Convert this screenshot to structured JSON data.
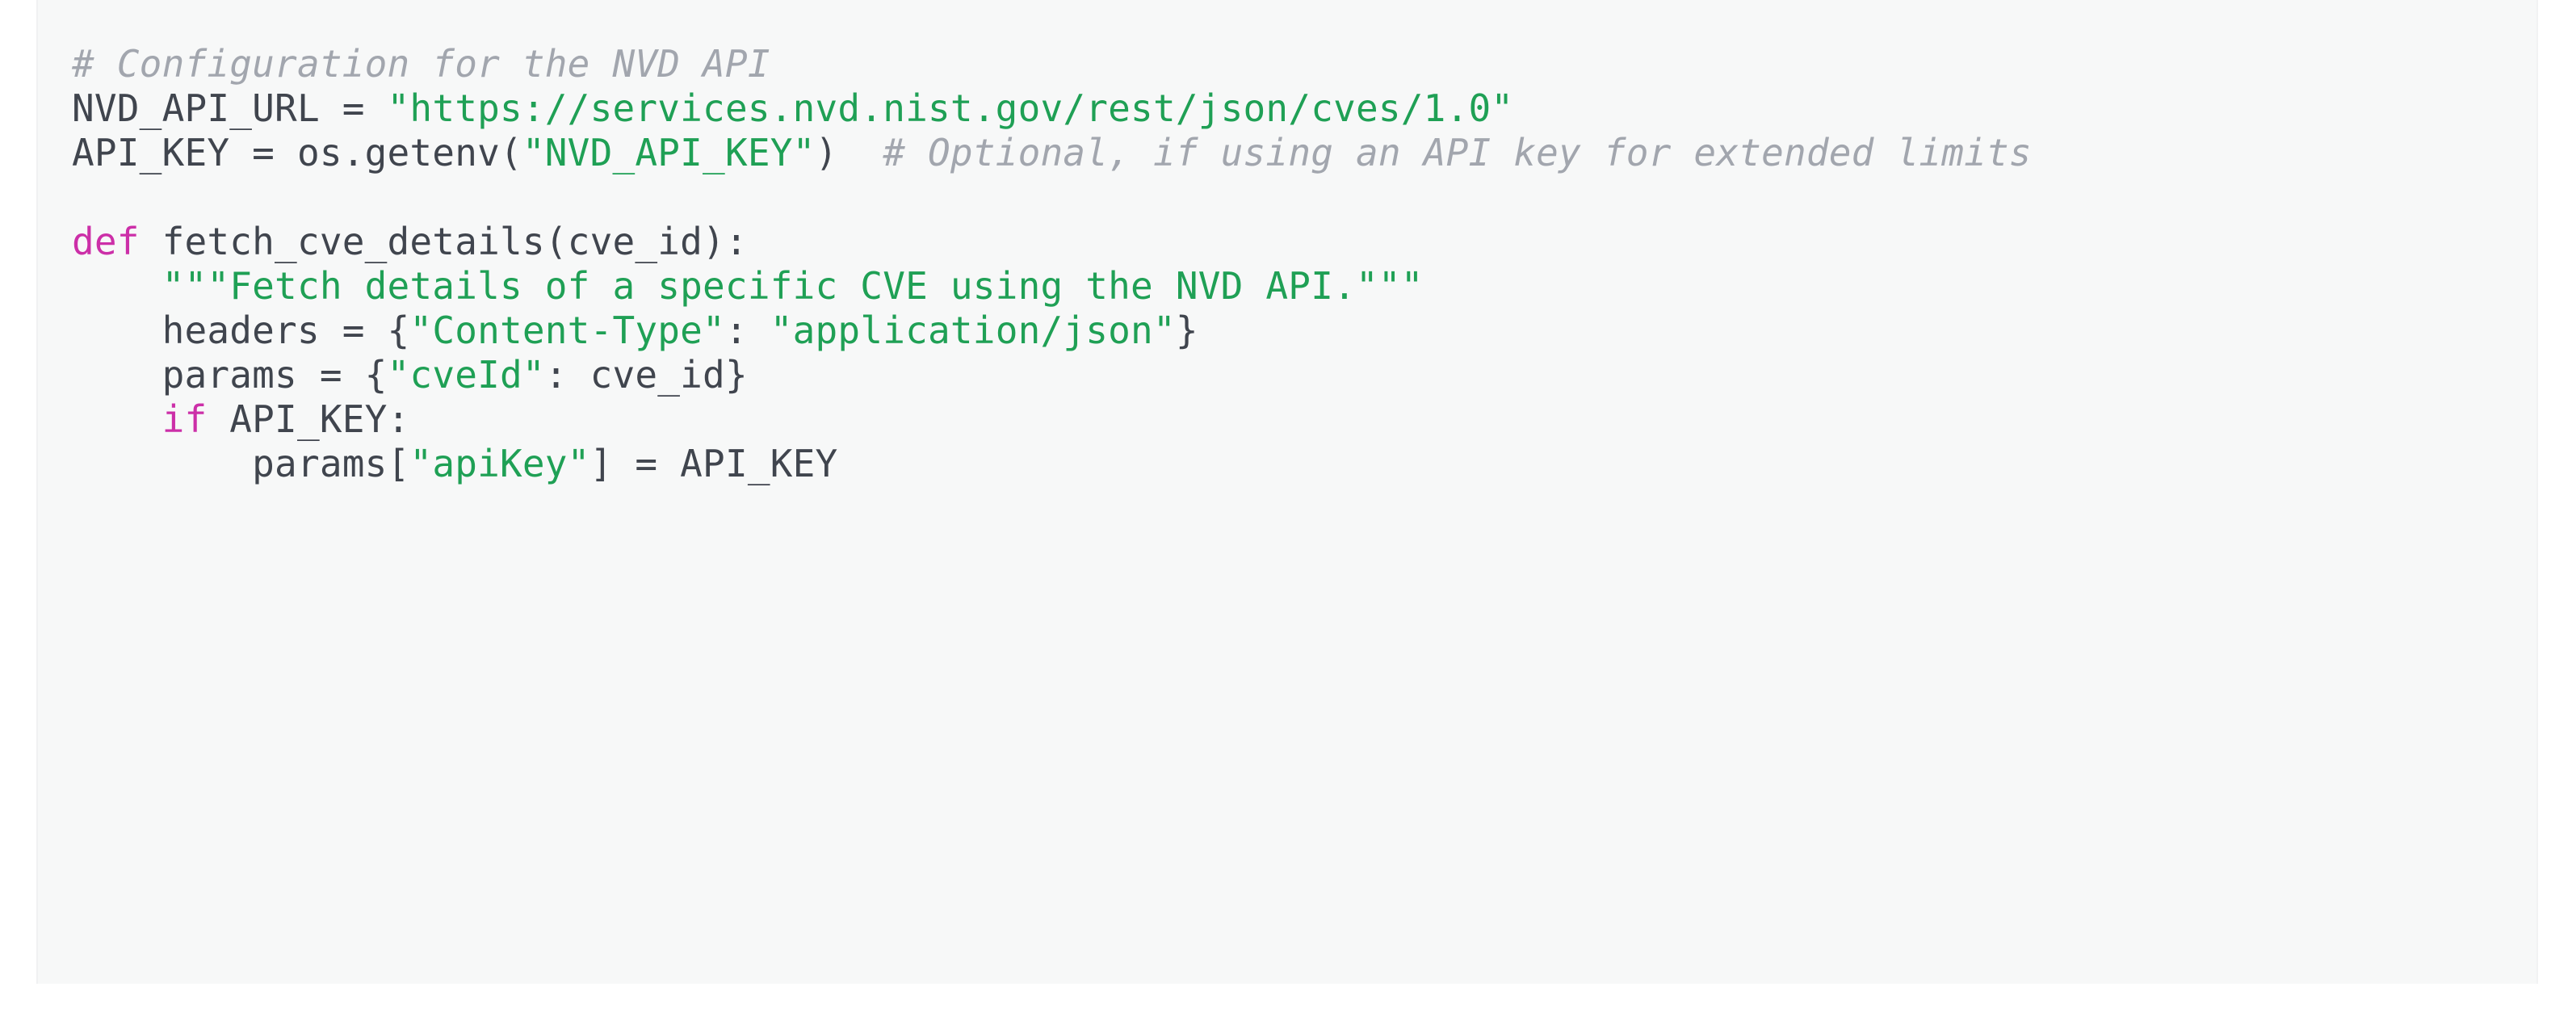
{
  "code_block": {
    "language": "python",
    "background_color": "#f7f8f8",
    "page_background_color": "#ffffff",
    "colors": {
      "comment": "#a2a6ae",
      "string": "#1fa055",
      "keyword": "#cc2fa8",
      "function": "#3b7ff0",
      "plain": "#40454e"
    },
    "lines": [
      {
        "index": 0,
        "text": "# Configuration for the NVD API",
        "tokens": [
          {
            "t": "# Configuration for the NVD API",
            "c": "comment"
          }
        ]
      },
      {
        "index": 1,
        "text": "NVD_API_URL = \"https://services.nvd.nist.gov/rest/json/cves/1.0\"",
        "tokens": [
          {
            "t": "NVD_API_URL = ",
            "c": "plain"
          },
          {
            "t": "\"https://services.nvd.nist.gov/rest/json/cves/1.0\"",
            "c": "string"
          }
        ]
      },
      {
        "index": 2,
        "text": "API_KEY = os.getenv(\"NVD_API_KEY\")  # Optional, if using an API key for extended limits",
        "tokens": [
          {
            "t": "API_KEY = os.getenv(",
            "c": "plain"
          },
          {
            "t": "\"NVD_API_KEY\"",
            "c": "string"
          },
          {
            "t": ")  ",
            "c": "plain"
          },
          {
            "t": "# Optional, if using an API key for extended limits",
            "c": "comment"
          }
        ]
      },
      {
        "index": 3,
        "text": "",
        "tokens": []
      },
      {
        "index": 4,
        "text": "def fetch_cve_details(cve_id):",
        "tokens": [
          {
            "t": "def ",
            "c": "keyword"
          },
          {
            "t": "fetch_cve_details",
            "c": "function"
          },
          {
            "t": "(cve_id):",
            "c": "plain"
          }
        ]
      },
      {
        "index": 5,
        "text": "    \"\"\"Fetch details of a specific CVE using the NVD API.\"\"\"",
        "tokens": [
          {
            "t": "    ",
            "c": "plain"
          },
          {
            "t": "\"\"\"Fetch details of a specific CVE using the NVD API.\"\"\"",
            "c": "string"
          }
        ]
      },
      {
        "index": 6,
        "text": "    headers = {\"Content-Type\": \"application/json\"}",
        "tokens": [
          {
            "t": "    headers = {",
            "c": "plain"
          },
          {
            "t": "\"Content-Type\"",
            "c": "string"
          },
          {
            "t": ": ",
            "c": "plain"
          },
          {
            "t": "\"application/json\"",
            "c": "string"
          },
          {
            "t": "}",
            "c": "plain"
          }
        ]
      },
      {
        "index": 7,
        "text": "    params = {\"cveId\": cve_id}",
        "tokens": [
          {
            "t": "    params = {",
            "c": "plain"
          },
          {
            "t": "\"cveId\"",
            "c": "string"
          },
          {
            "t": ": cve_id}",
            "c": "plain"
          }
        ]
      },
      {
        "index": 8,
        "text": "    if API_KEY:",
        "tokens": [
          {
            "t": "    ",
            "c": "plain"
          },
          {
            "t": "if",
            "c": "keyword"
          },
          {
            "t": " API_KEY:",
            "c": "plain"
          }
        ]
      },
      {
        "index": 9,
        "text": "        params[\"apiKey\"] = API_KEY",
        "tokens": [
          {
            "t": "        params[",
            "c": "plain"
          },
          {
            "t": "\"apiKey\"",
            "c": "string"
          },
          {
            "t": "] = API_KEY",
            "c": "plain"
          }
        ]
      }
    ]
  }
}
